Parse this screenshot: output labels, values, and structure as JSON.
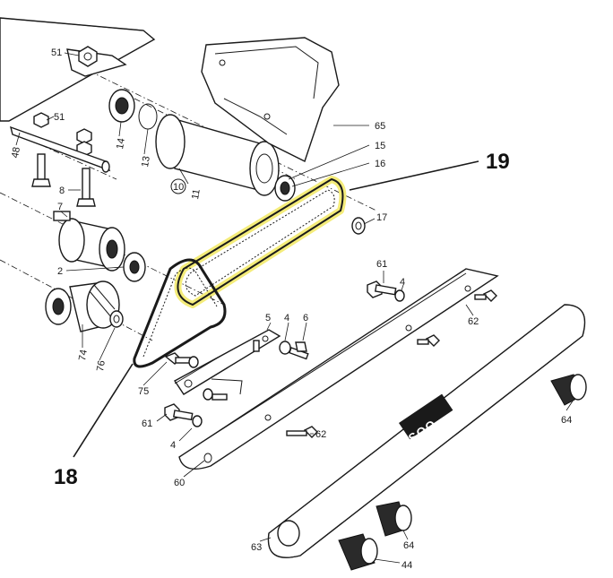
{
  "callouts": {
    "c51a": "51",
    "c51b": "51",
    "c48": "48",
    "c14": "14",
    "c13": "13",
    "c10": "10",
    "c11": "11",
    "c65": "65",
    "c15": "15",
    "c16": "16",
    "c8": "8",
    "c7": "7",
    "c17": "17",
    "c2": "2",
    "c61a": "61",
    "c4a": "4",
    "c74": "74",
    "c76": "76",
    "c5": "5",
    "c4b": "4",
    "c6": "6",
    "c62a": "62",
    "c75": "75",
    "c61b": "61",
    "c4c": "4",
    "c62b": "62",
    "c64a": "64",
    "c60": "60",
    "c63": "63",
    "c64b": "64",
    "c44": "44"
  },
  "highlights": {
    "belt_19": "19",
    "belt_18": "18"
  },
  "brand_plate": "LSOO",
  "colors": {
    "highlight": "#f4ec7a",
    "ink": "#1a1a1a"
  }
}
